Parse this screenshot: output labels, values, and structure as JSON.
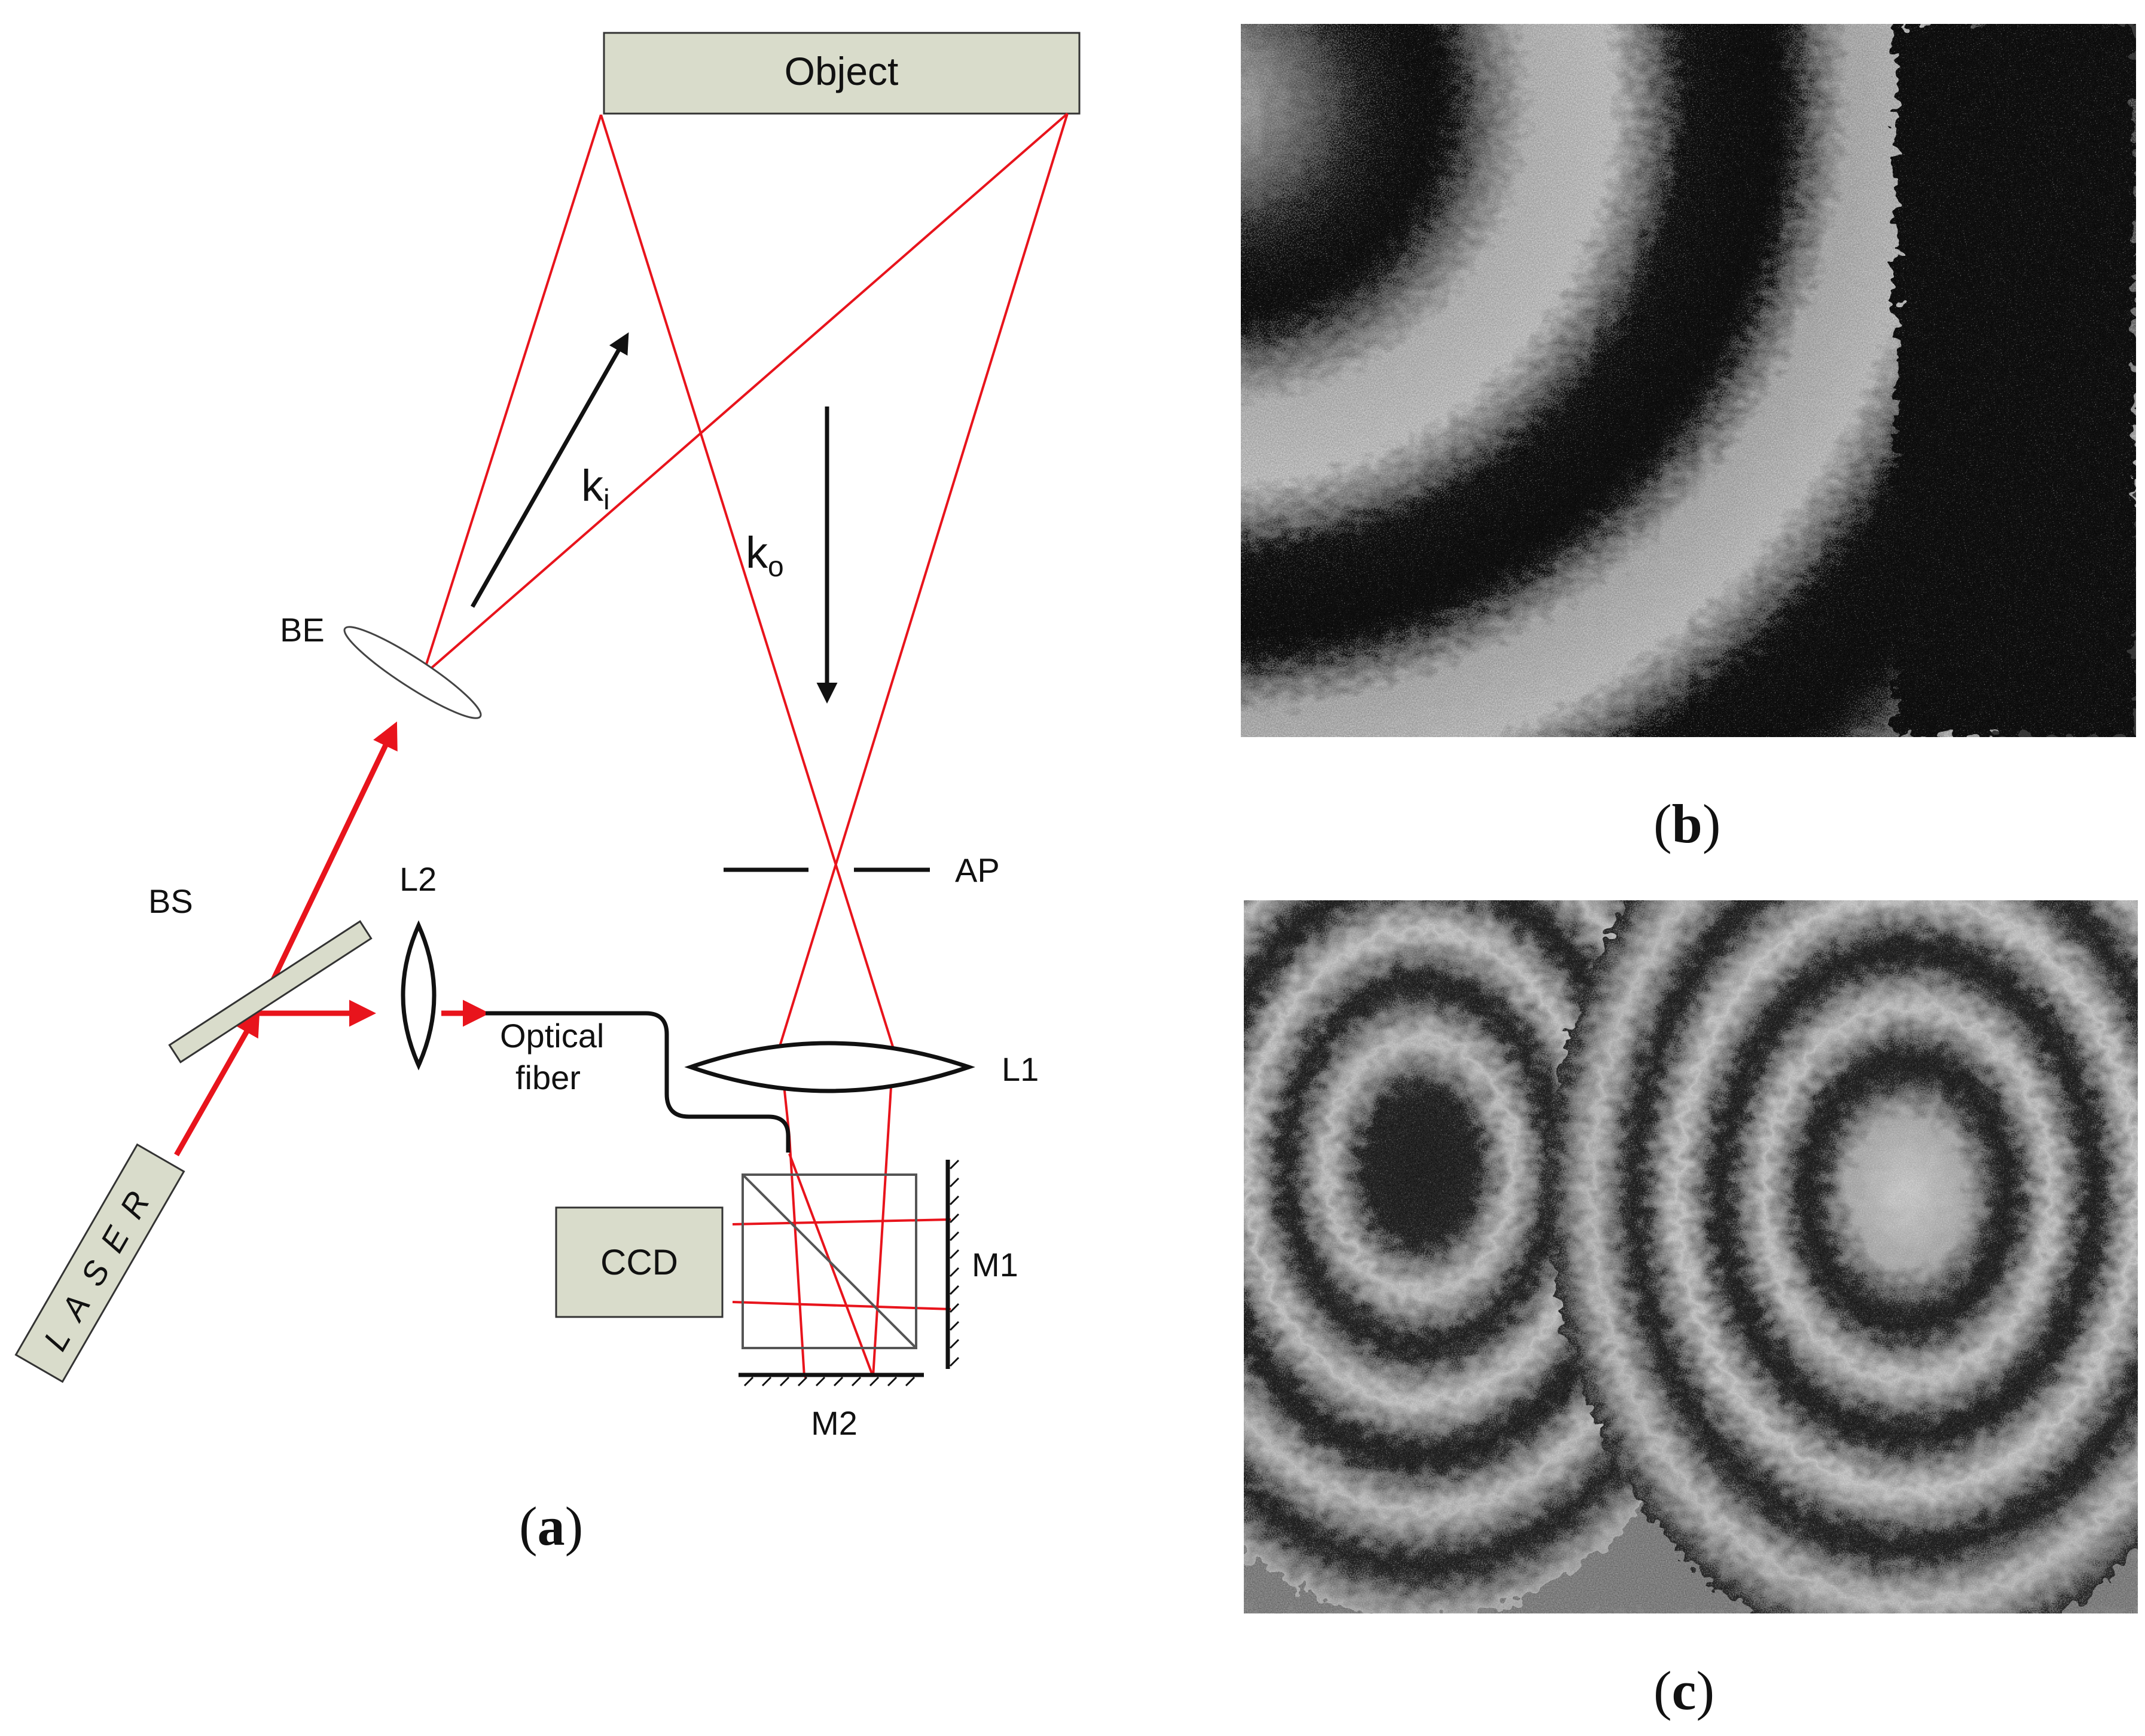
{
  "figure": {
    "panel_a": {
      "caption_letter": "a",
      "labels": {
        "object": "Object",
        "be": "BE",
        "bs": "BS",
        "l2": "L2",
        "ap": "AP",
        "optical_fiber_line1": "Optical",
        "optical_fiber_line2": "fiber",
        "l1": "L1",
        "ccd": "CCD",
        "m1": "M1",
        "m2": "M2",
        "laser": "LASER",
        "k_i": "k",
        "k_i_sub": "i",
        "k_o": "k",
        "k_o_sub": "o"
      }
    },
    "panel_b": {
      "caption_letter": "b",
      "image": "speckle-fringe-pattern-concentric"
    },
    "panel_c": {
      "caption_letter": "c",
      "image": "speckle-fringe-pattern-double-lobe"
    },
    "colors": {
      "beam": "#e8141c",
      "component_fill": "#d9dccb",
      "ink": "#111111"
    }
  }
}
